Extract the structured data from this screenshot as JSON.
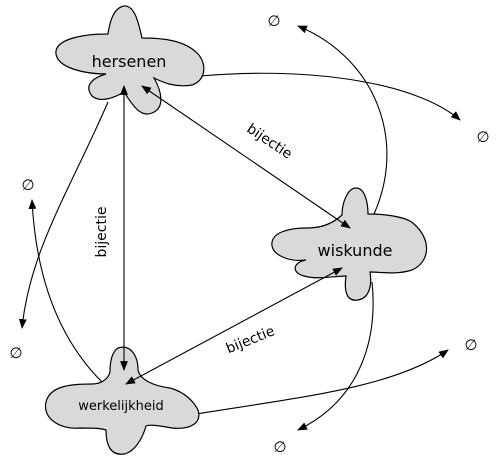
{
  "nodes": {
    "hersenen": "hersenen",
    "wiskunde": "wiskunde",
    "werkelijkheid": "werkelijkheid"
  },
  "edge_labels": {
    "hersenen_wiskunde": "bijectie",
    "hersenen_werkelijkheid": "bijectie",
    "werkelijkheid_wiskunde": "bijectie"
  },
  "empty_set_symbol": "∅",
  "colors": {
    "node_fill": "#d9d9d9",
    "stroke": "#000000"
  }
}
